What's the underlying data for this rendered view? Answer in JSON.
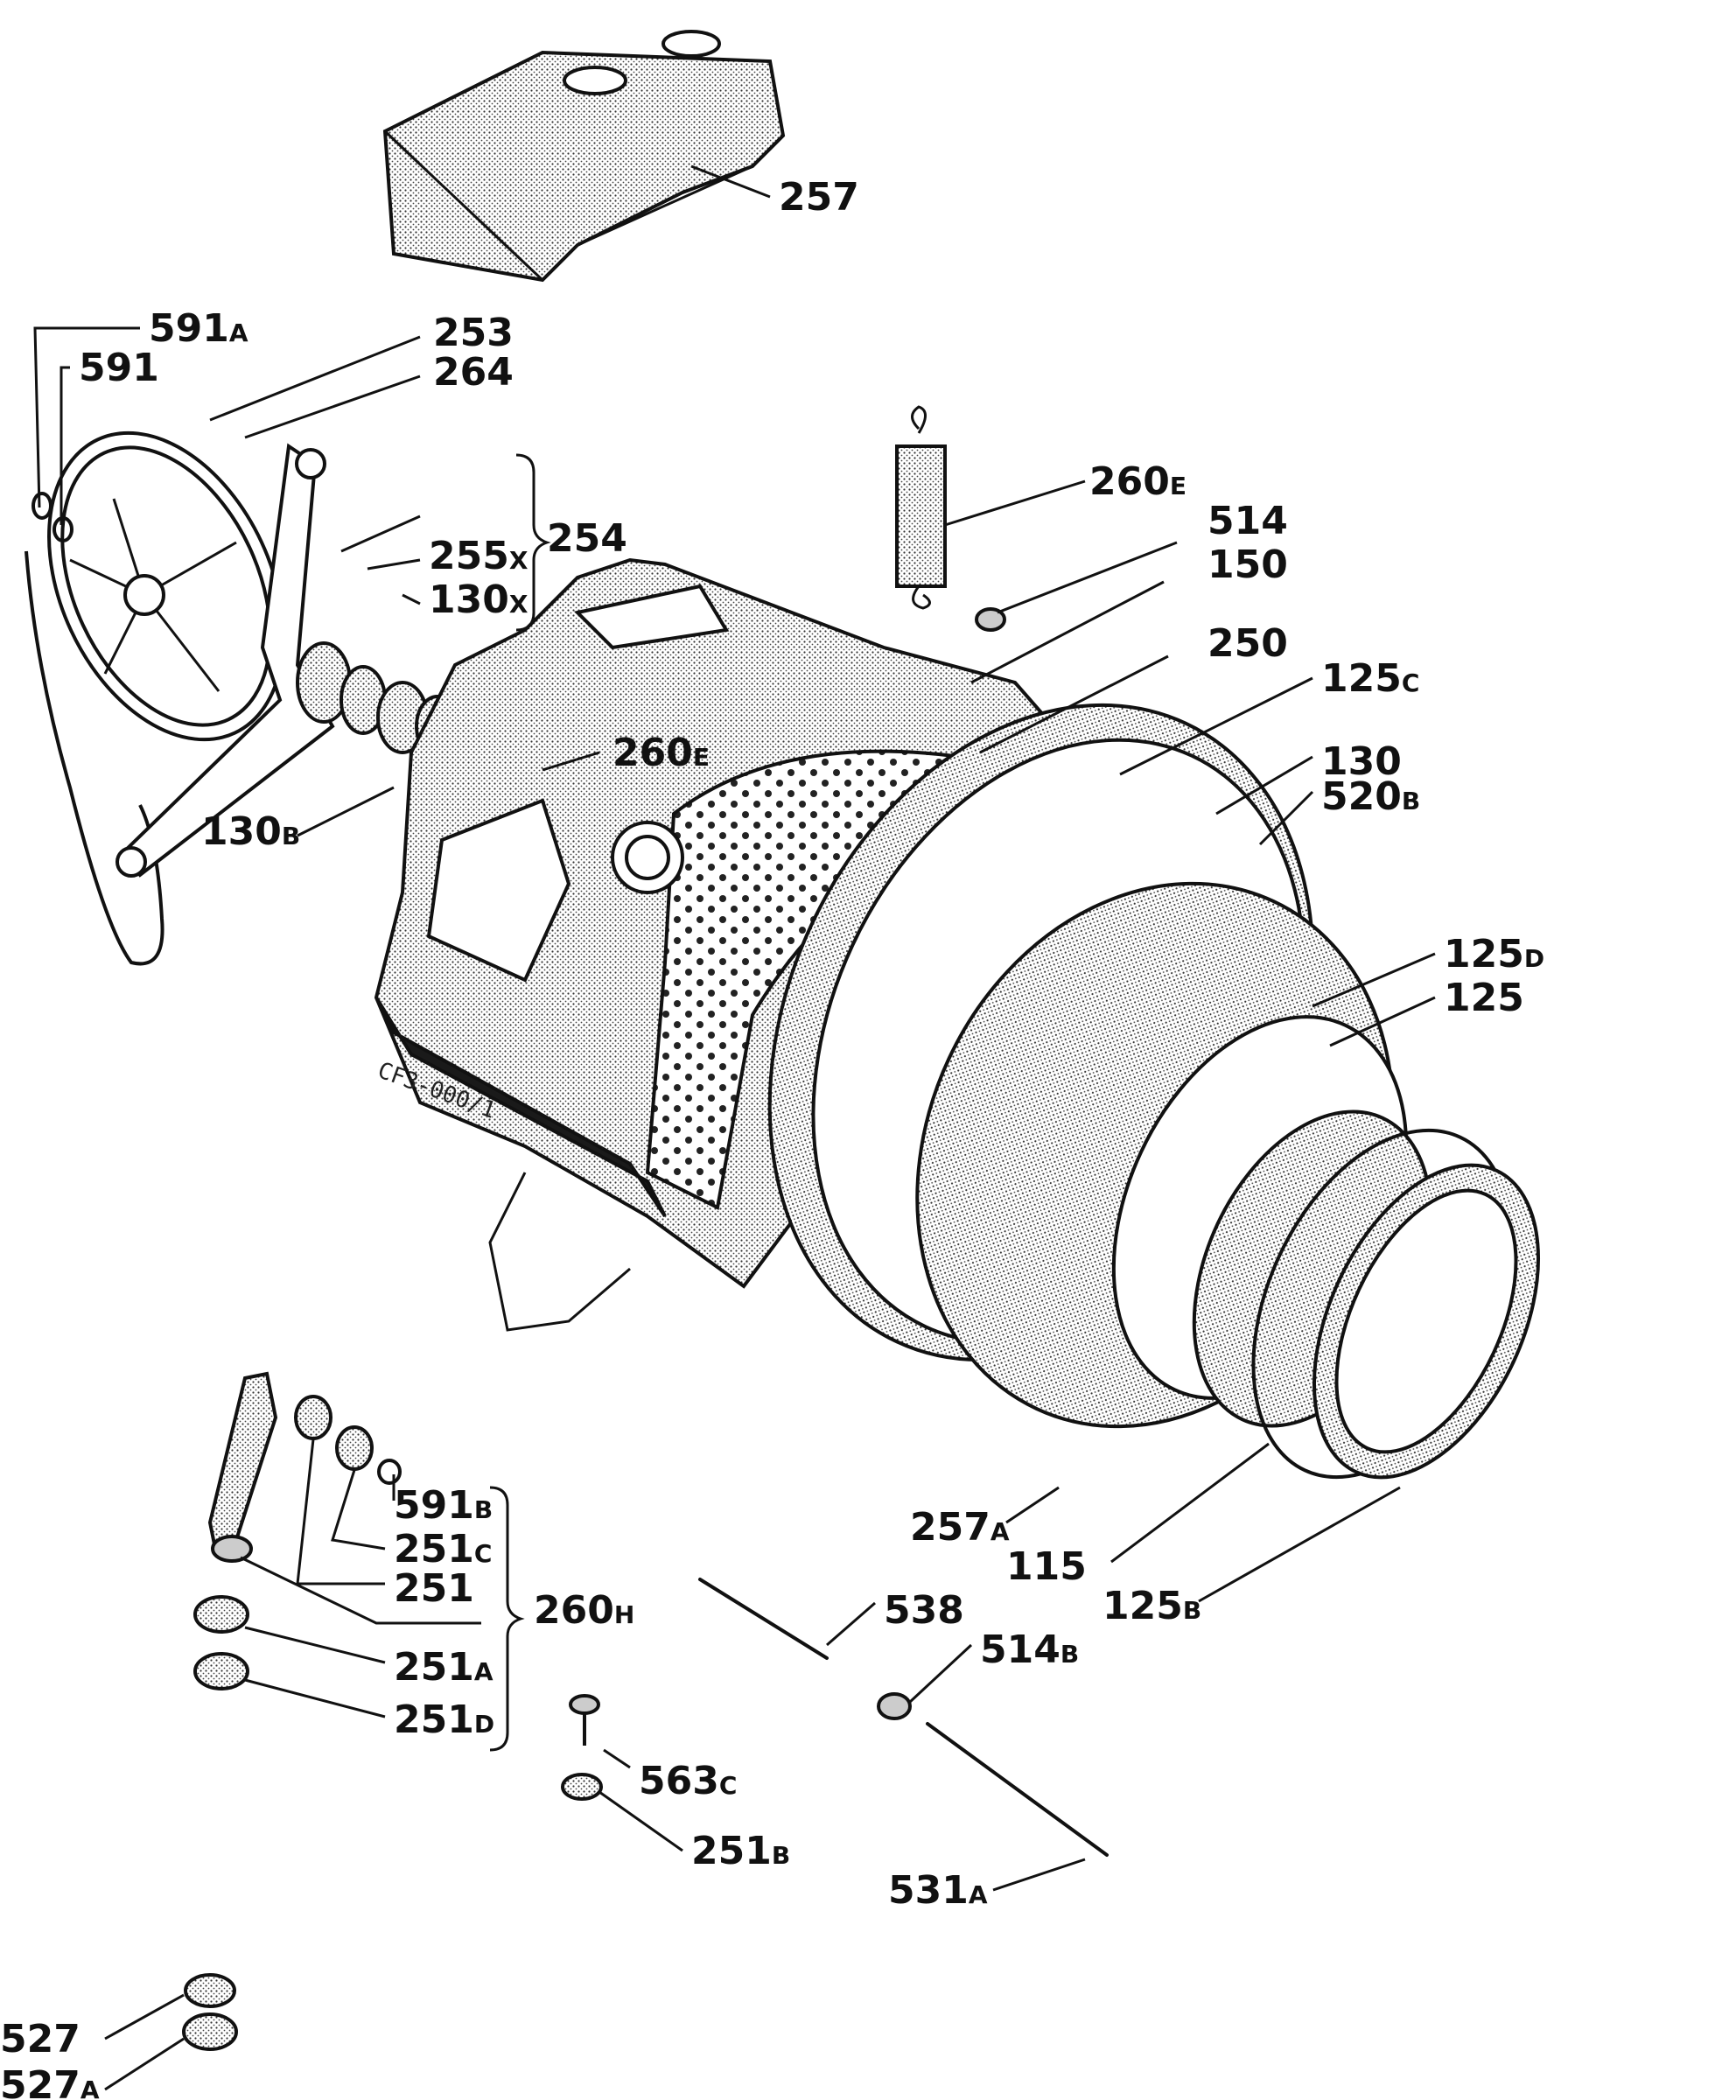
{
  "diagram": {
    "note_text": "CF3-000/1",
    "labels": [
      {
        "id": "257",
        "num": "257",
        "sub": ""
      },
      {
        "id": "591A",
        "num": "591",
        "sub": "A"
      },
      {
        "id": "591",
        "num": "591",
        "sub": ""
      },
      {
        "id": "253",
        "num": "253",
        "sub": ""
      },
      {
        "id": "264",
        "num": "264",
        "sub": ""
      },
      {
        "id": "254",
        "num": "254",
        "sub": ""
      },
      {
        "id": "255X",
        "num": "255",
        "sub": "X"
      },
      {
        "id": "130X",
        "num": "130",
        "sub": "X"
      },
      {
        "id": "130B",
        "num": "130",
        "sub": "B"
      },
      {
        "id": "260E_a",
        "num": "260",
        "sub": "E"
      },
      {
        "id": "514",
        "num": "514",
        "sub": ""
      },
      {
        "id": "150",
        "num": "150",
        "sub": ""
      },
      {
        "id": "250",
        "num": "250",
        "sub": ""
      },
      {
        "id": "260E_b",
        "num": "260",
        "sub": "E"
      },
      {
        "id": "125C",
        "num": "125",
        "sub": "C"
      },
      {
        "id": "130",
        "num": "130",
        "sub": ""
      },
      {
        "id": "520B",
        "num": "520",
        "sub": "B"
      },
      {
        "id": "125D",
        "num": "125",
        "sub": "D"
      },
      {
        "id": "125",
        "num": "125",
        "sub": ""
      },
      {
        "id": "257A",
        "num": "257",
        "sub": "A"
      },
      {
        "id": "115",
        "num": "115",
        "sub": ""
      },
      {
        "id": "125B",
        "num": "125",
        "sub": "B"
      },
      {
        "id": "591B",
        "num": "591",
        "sub": "B"
      },
      {
        "id": "251C",
        "num": "251",
        "sub": "C"
      },
      {
        "id": "251",
        "num": "251",
        "sub": ""
      },
      {
        "id": "260H",
        "num": "260",
        "sub": "H"
      },
      {
        "id": "251A",
        "num": "251",
        "sub": "A"
      },
      {
        "id": "251D",
        "num": "251",
        "sub": "D"
      },
      {
        "id": "538",
        "num": "538",
        "sub": ""
      },
      {
        "id": "514B",
        "num": "514",
        "sub": "B"
      },
      {
        "id": "563C",
        "num": "563",
        "sub": "C"
      },
      {
        "id": "251B",
        "num": "251",
        "sub": "B"
      },
      {
        "id": "531A",
        "num": "531",
        "sub": "A"
      },
      {
        "id": "527",
        "num": "527",
        "sub": ""
      },
      {
        "id": "527A",
        "num": "527",
        "sub": "A"
      }
    ]
  }
}
